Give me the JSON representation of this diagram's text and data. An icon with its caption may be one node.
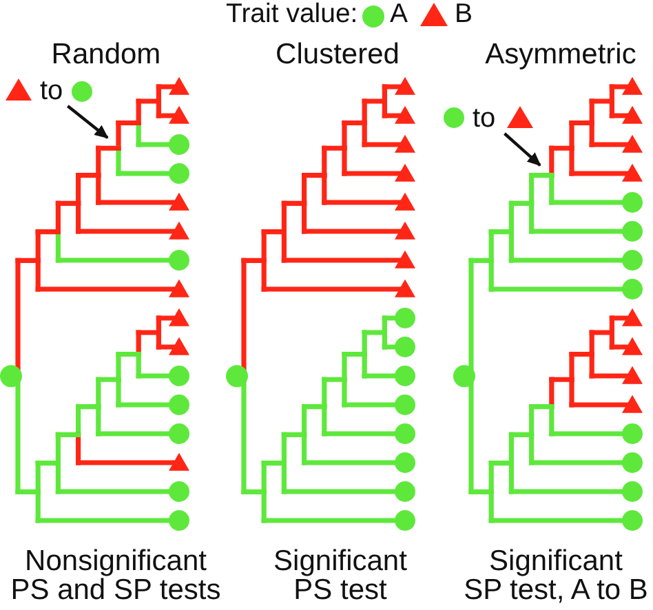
{
  "diagram": {
    "nodes": [
      {
        "text": [
          "to"
        ]
      },
      {
        "text": [
          "to"
        ]
      }
    ],
    "edges": [
      {
        "from": 0,
        "to": null,
        "arrow": "to"
      },
      {
        "from": 1,
        "to": null,
        "arrow": "to"
      }
    ],
    "labels": [
      "Trait value:",
      "Random",
      "Clustered",
      "Asymmetric",
      "Nonsignificant PS and SP tests",
      "Significant PS test",
      "Significant SP test, A to B"
    ],
    "legend": [
      {
        "text": "A",
        "color": "#5ee83c"
      },
      {
        "text": "B",
        "color": "#ff2616"
      }
    ]
  }
}
